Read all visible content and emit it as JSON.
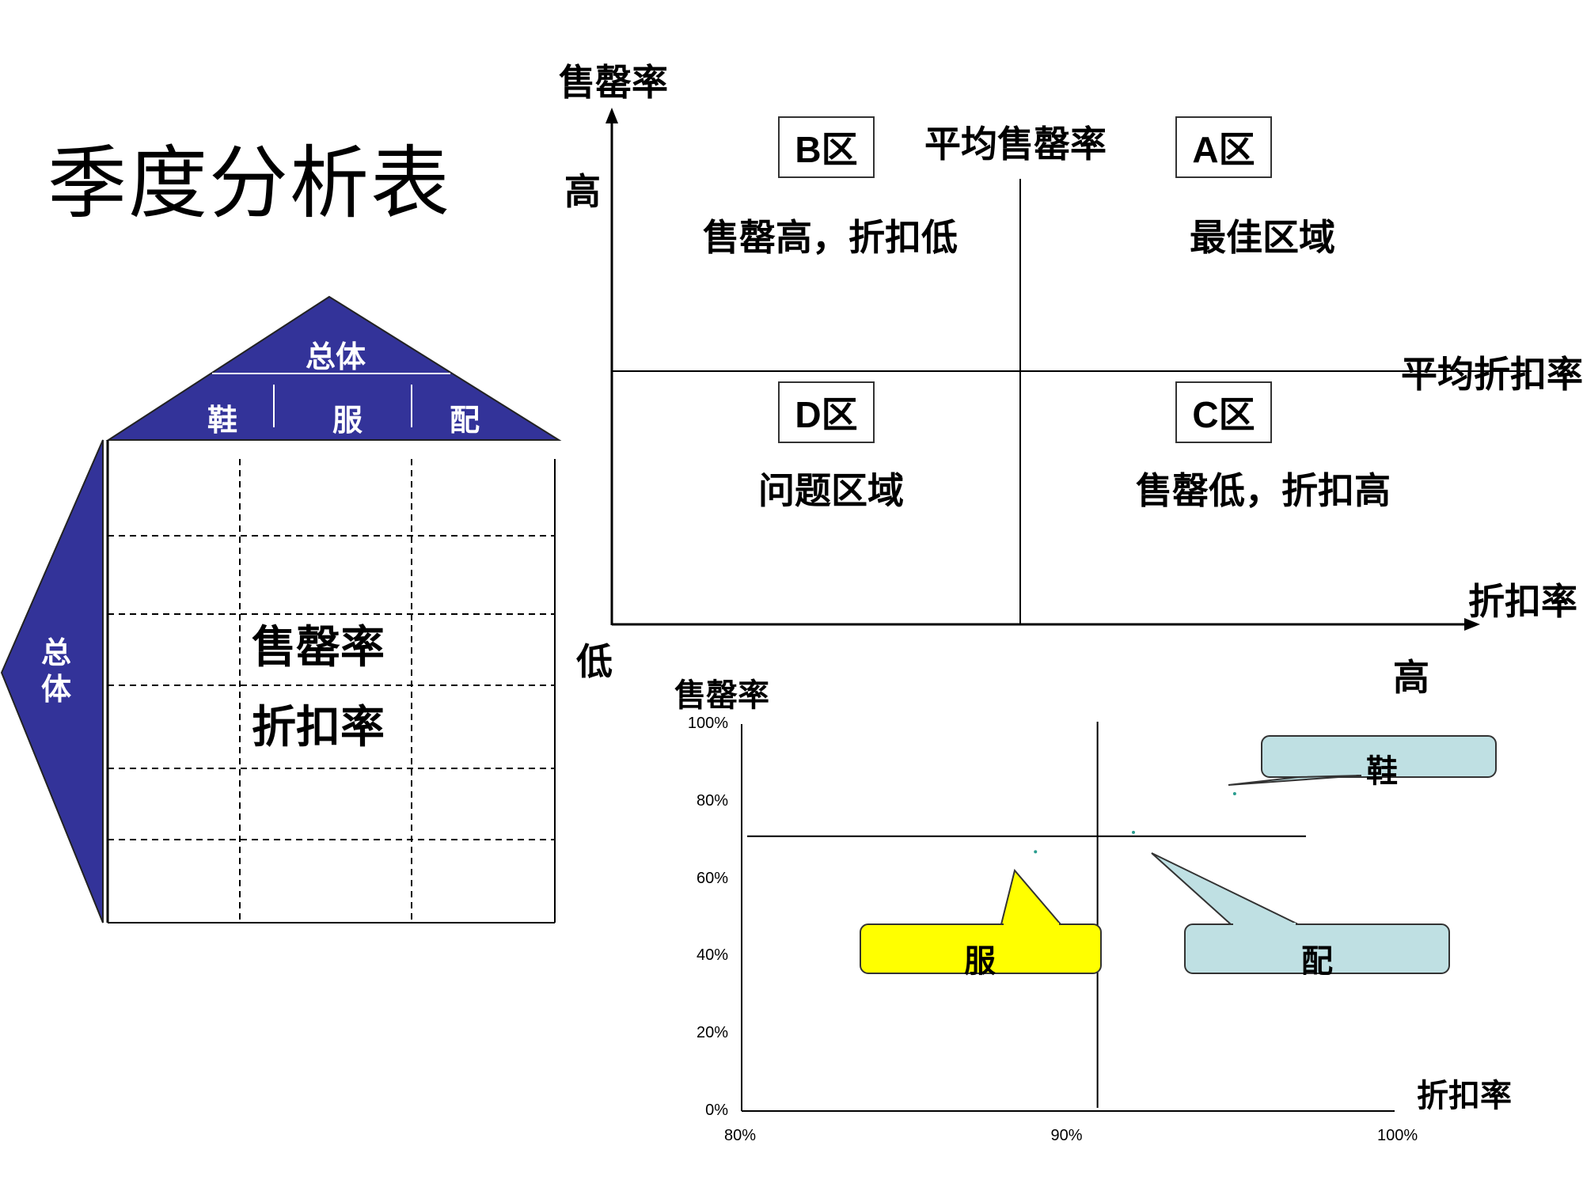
{
  "title": "季度分析表",
  "matrix": {
    "y_axis_label": "售罄率",
    "y_high": "高",
    "low": "低",
    "x_axis_label": "折扣率",
    "x_high": "高",
    "avg_sell_through": "平均售罄率",
    "avg_discount": "平均折扣率",
    "zones": {
      "B": {
        "label": "B区",
        "desc": "售罄高，折扣低"
      },
      "A": {
        "label": "A区",
        "desc": "最佳区域"
      },
      "D": {
        "label": "D区",
        "desc": "问题区域"
      },
      "C": {
        "label": "C区",
        "desc": "售罄低，折扣高"
      }
    }
  },
  "house": {
    "roof_total": "总体",
    "roof_columns": [
      "鞋",
      "服",
      "配"
    ],
    "side_total": "总体",
    "cell_line1": "售罄率",
    "cell_line2": "折扣率"
  },
  "chart_data": {
    "type": "scatter",
    "ylabel": "售罄率",
    "xlabel": "折扣率",
    "xlim": [
      0.8,
      1.0
    ],
    "ylim": [
      0,
      1.0
    ],
    "x_ticks": [
      "80%",
      "90%",
      "100%"
    ],
    "y_ticks": [
      "0%",
      "20%",
      "40%",
      "60%",
      "80%",
      "100%"
    ],
    "reference_lines": {
      "x": 0.909,
      "y": 0.71
    },
    "points": [
      {
        "name": "鞋",
        "x": 0.951,
        "y": 0.82
      },
      {
        "name": "服",
        "x": 0.89,
        "y": 0.67
      },
      {
        "name": "配",
        "x": 0.92,
        "y": 0.72
      }
    ],
    "callout_colors": {
      "鞋": "#bfe0e3",
      "服": "#ffff00",
      "配": "#bfe0e3"
    }
  },
  "colors": {
    "navy": "#333399",
    "yellow": "#ffff00",
    "light_blue": "#bfe0e3"
  }
}
